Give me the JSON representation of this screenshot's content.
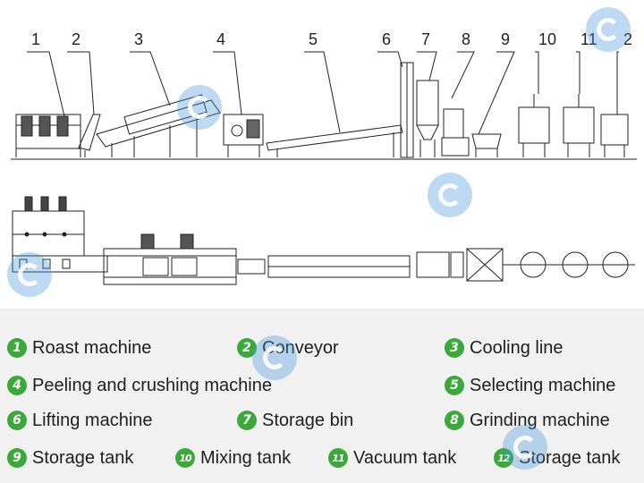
{
  "callouts": [
    "1",
    "2",
    "3",
    "4",
    "5",
    "6",
    "7",
    "8",
    "9",
    "10",
    "11",
    "2"
  ],
  "legend": [
    {
      "num": "1",
      "label": "Roast machine"
    },
    {
      "num": "2",
      "label": "Conveyor"
    },
    {
      "num": "3",
      "label": "Cooling line"
    },
    {
      "num": "4",
      "label": "Peeling and crushing machine"
    },
    {
      "num": "5",
      "label": "Selecting machine"
    },
    {
      "num": "6",
      "label": "Lifting machine"
    },
    {
      "num": "7",
      "label": "Storage bin"
    },
    {
      "num": "8",
      "label": "Grinding machine"
    },
    {
      "num": "9",
      "label": "Storage tank"
    },
    {
      "num": "10",
      "label": "Mixing tank"
    },
    {
      "num": "11",
      "label": "Vacuum tank"
    },
    {
      "num": "12",
      "label": "Storage tank"
    }
  ],
  "colors": {
    "badge": "#3aa93a",
    "line": "#222222",
    "legend_bg": "#f1f1f1"
  },
  "watermark_icon": "company-logo-icon"
}
